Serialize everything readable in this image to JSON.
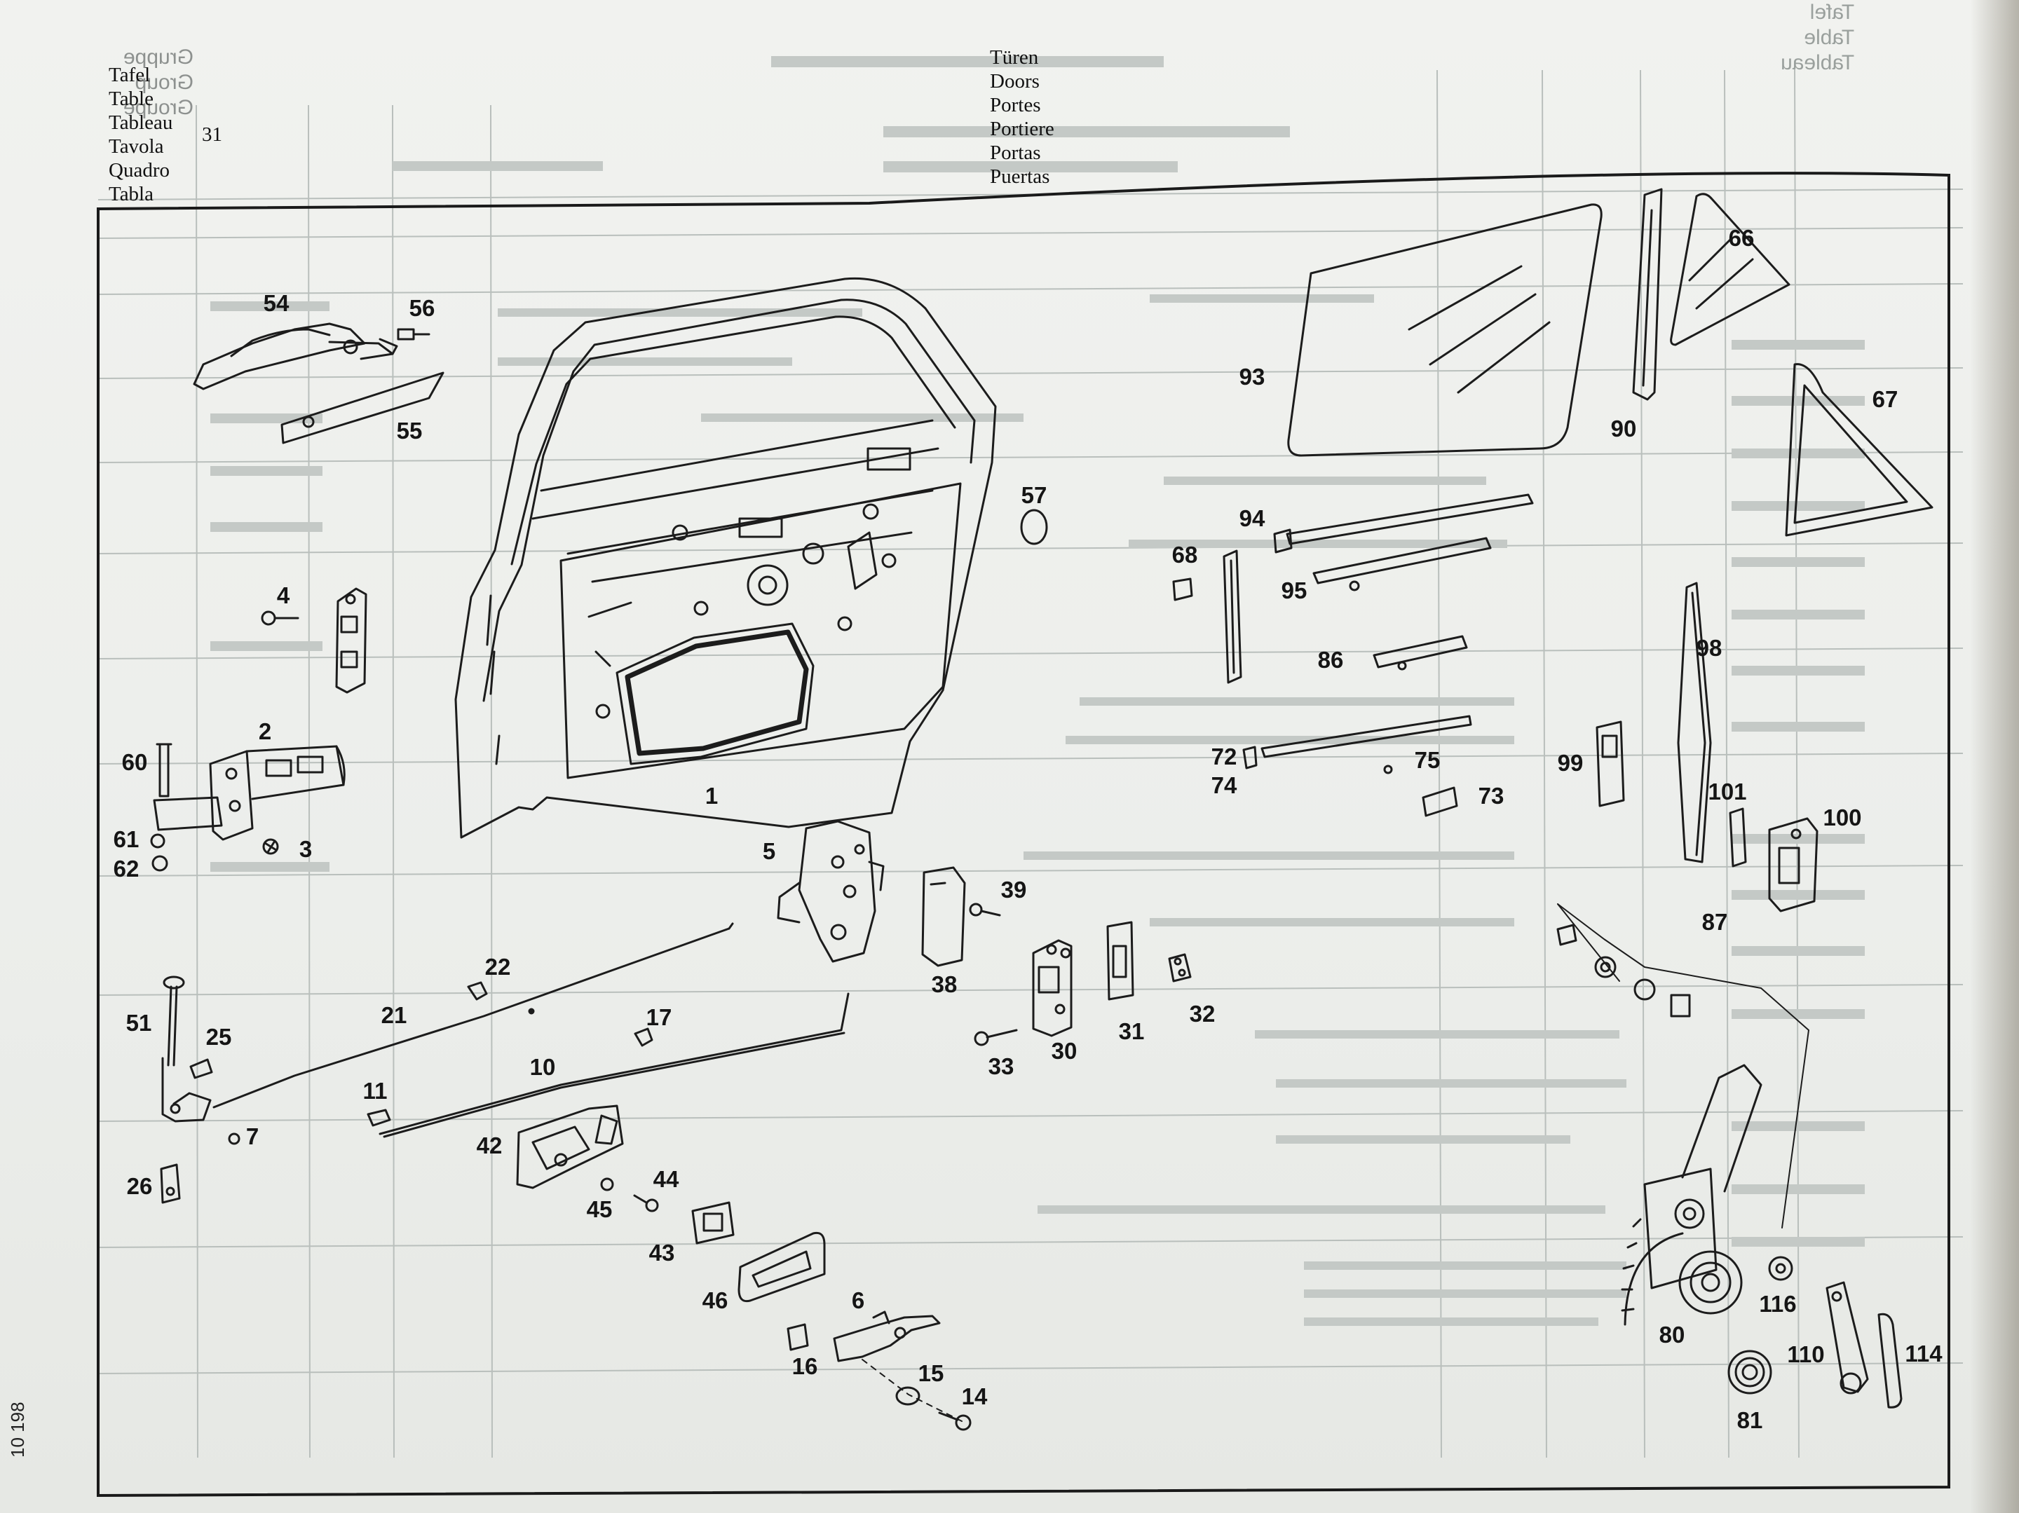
{
  "header": {
    "section_labels": [
      "Tafel",
      "Table",
      "Tableau",
      "Tavola",
      "Quadro",
      "Tabla"
    ],
    "group_number": "31",
    "title_lines": [
      "Türen",
      "Doors",
      "Portes",
      "Portiere",
      "Portas",
      "Puertas"
    ]
  },
  "ghost": {
    "group_words": [
      "Gruppe",
      "Group",
      "Groupe"
    ],
    "right_words": [
      "Tafel",
      "Table",
      "Tableau"
    ]
  },
  "side_code": "10 198",
  "part_labels": [
    "1",
    "2",
    "3",
    "4",
    "5",
    "6",
    "7",
    "10",
    "11",
    "14",
    "15",
    "16",
    "17",
    "21",
    "22",
    "25",
    "26",
    "30",
    "31",
    "32",
    "33",
    "38",
    "39",
    "42",
    "43",
    "44",
    "45",
    "46",
    "51",
    "54",
    "55",
    "56",
    "57",
    "60",
    "61",
    "62",
    "66",
    "67",
    "68",
    "72",
    "73",
    "74",
    "75",
    "80",
    "81",
    "86",
    "87",
    "90",
    "93",
    "94",
    "95",
    "98",
    "99",
    "100",
    "101",
    "110",
    "114",
    "116"
  ]
}
